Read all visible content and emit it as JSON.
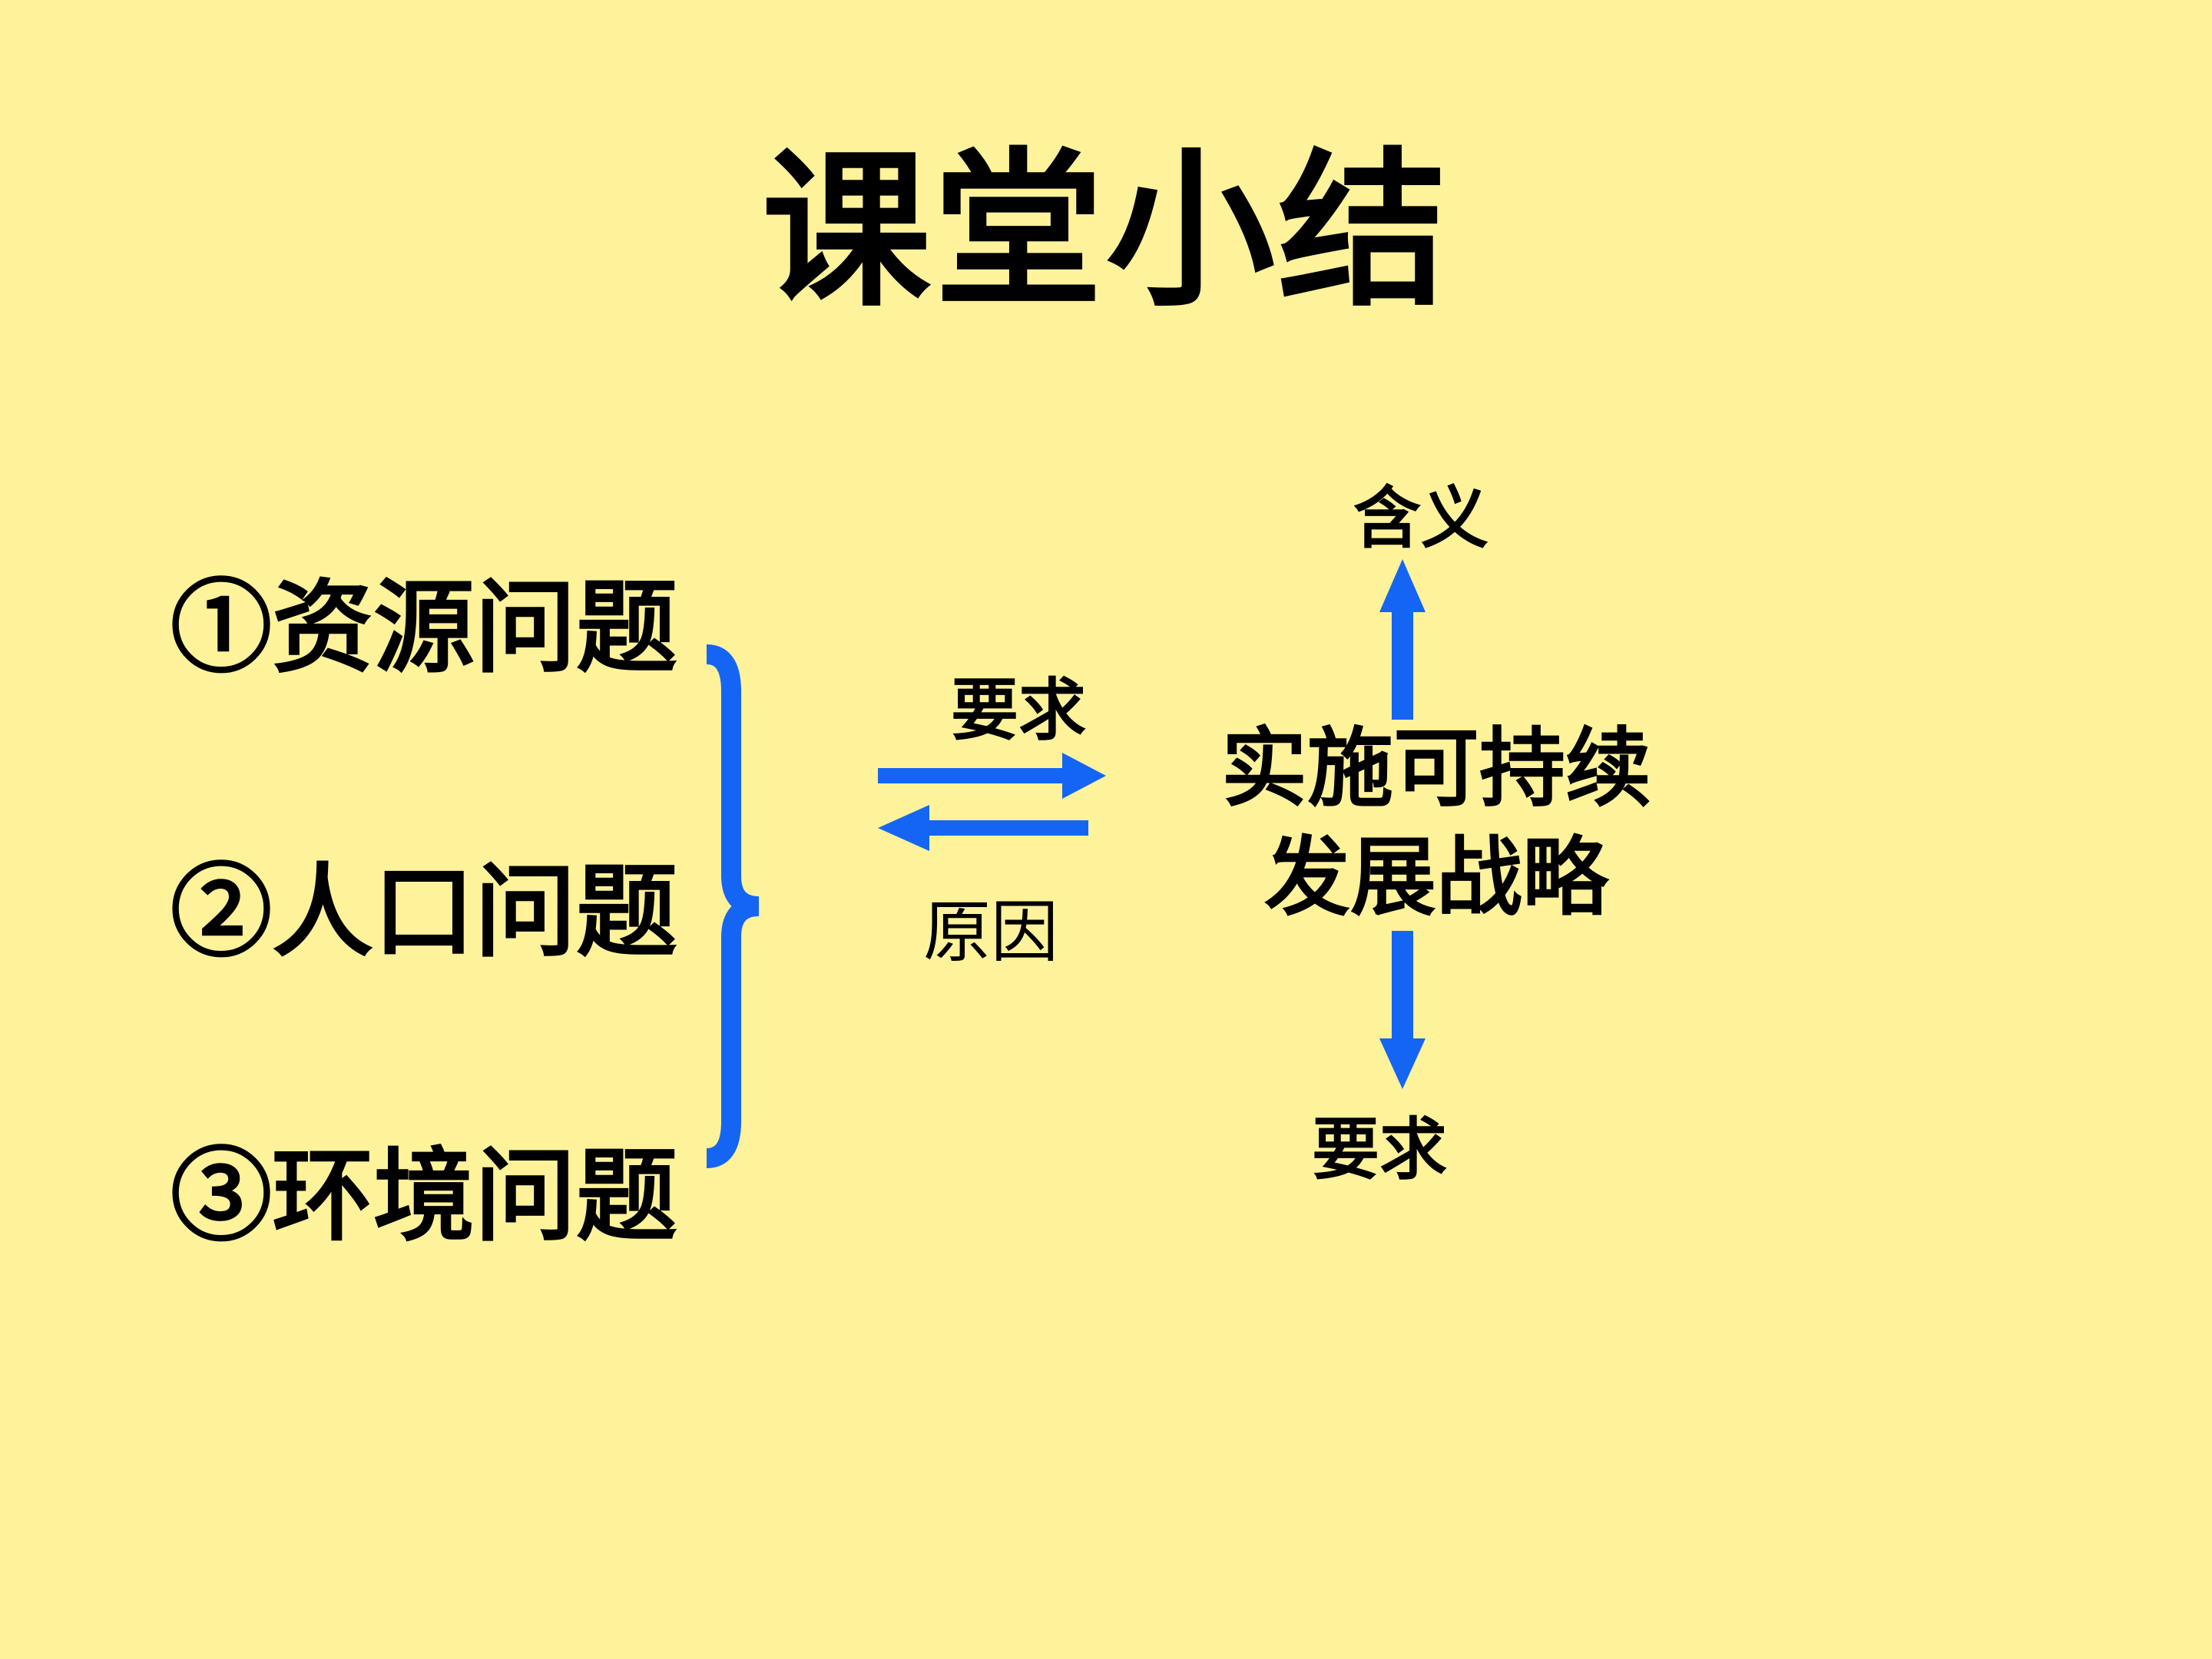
{
  "title": "课堂小结",
  "issues": [
    {
      "label": "①资源问题"
    },
    {
      "label": "②人口问题"
    },
    {
      "label": "③环境问题"
    }
  ],
  "relation": {
    "forward_label": "要求",
    "backward_label": "原因"
  },
  "center": {
    "line1": "实施可持续",
    "line2": "发展战略"
  },
  "up_label": "含义",
  "down_label": "要求",
  "colors": {
    "background": "#fef29b",
    "accent": "#1565f5",
    "text": "#000000"
  }
}
